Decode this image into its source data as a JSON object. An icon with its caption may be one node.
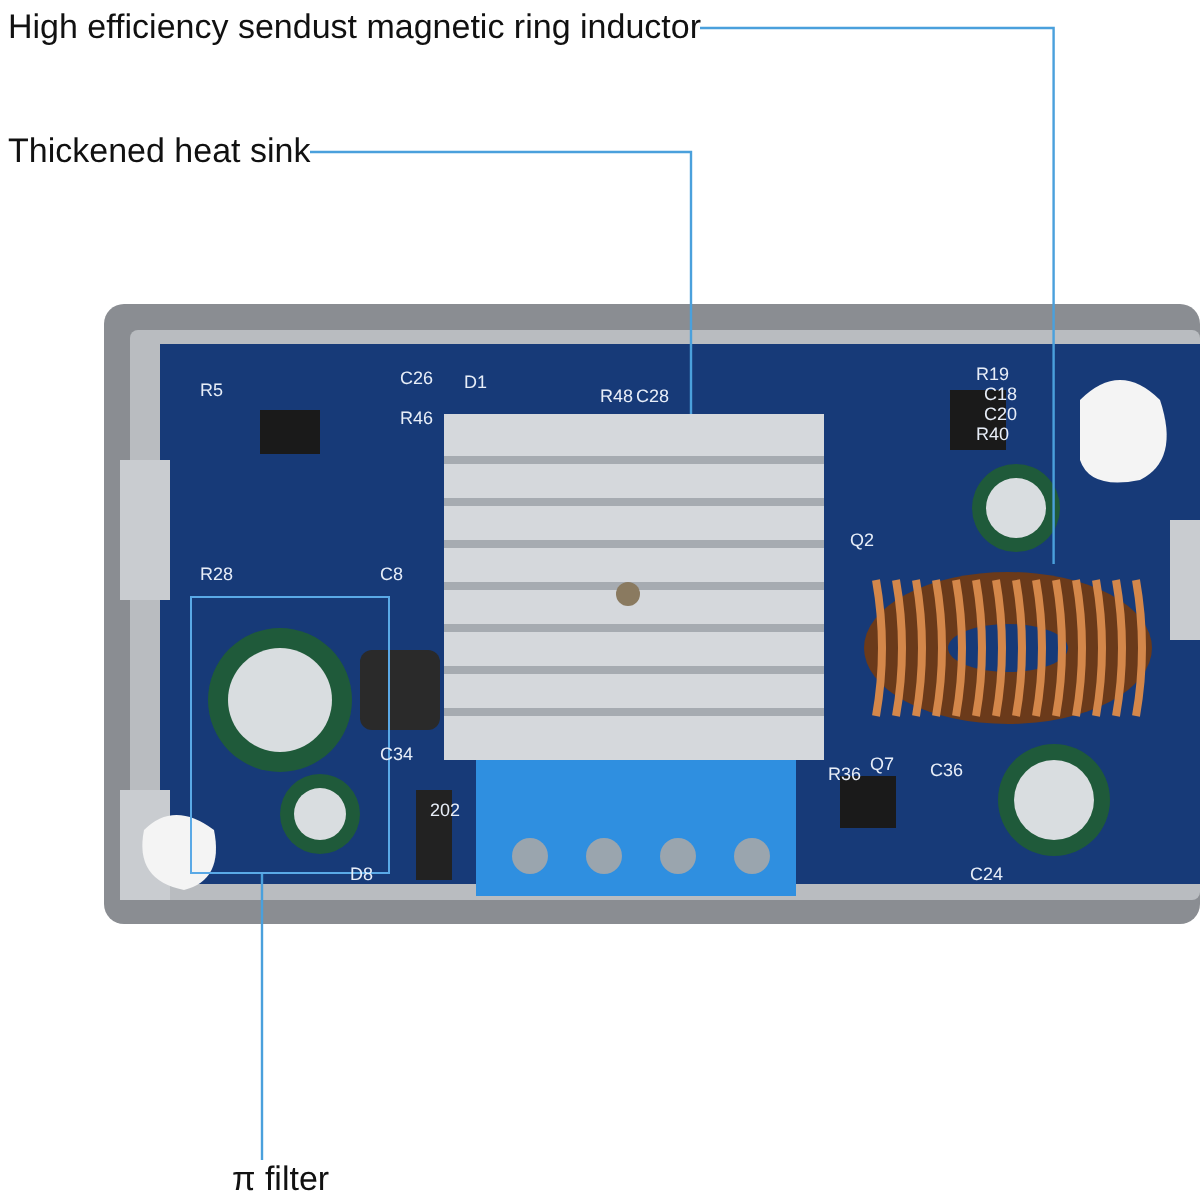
{
  "diagram": {
    "nodes": [
      {
        "text": [
          "High efficiency sendust magnetic ring inductor"
        ]
      },
      {
        "text": [],
        "shape": "picture"
      },
      {
        "text": [
          "Thickened heat sink"
        ]
      },
      {
        "text": [],
        "shape": "picture"
      },
      {
        "text": [
          "π filter"
        ]
      },
      {
        "text": [],
        "shape": "box"
      }
    ],
    "edges": [
      {
        "from": 0,
        "to": 3,
        "arrow": "none"
      },
      {
        "from": 2,
        "to": 1,
        "arrow": "none"
      },
      {
        "from": 4,
        "to": 5,
        "arrow": "none"
      }
    ],
    "labels": [
      "C26",
      "D1",
      "R5",
      "R46",
      "R48",
      "C28",
      "R19",
      "C18",
      "C20",
      "R40",
      "R28",
      "C8",
      "Q2",
      "C34",
      "R36",
      "Q7",
      "C36",
      "D8",
      "202",
      "C24"
    ]
  }
}
